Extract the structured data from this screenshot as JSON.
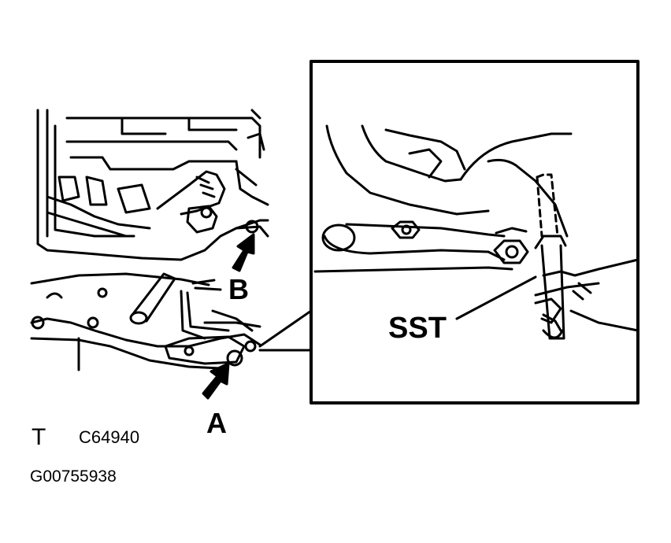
{
  "labels": {
    "a": "A",
    "b": "B",
    "sst": "SST"
  },
  "footer": {
    "mark": "T",
    "code": "C64940",
    "figure_id": "G00755938"
  },
  "colors": {
    "line": "#000000",
    "background": "#ffffff"
  }
}
